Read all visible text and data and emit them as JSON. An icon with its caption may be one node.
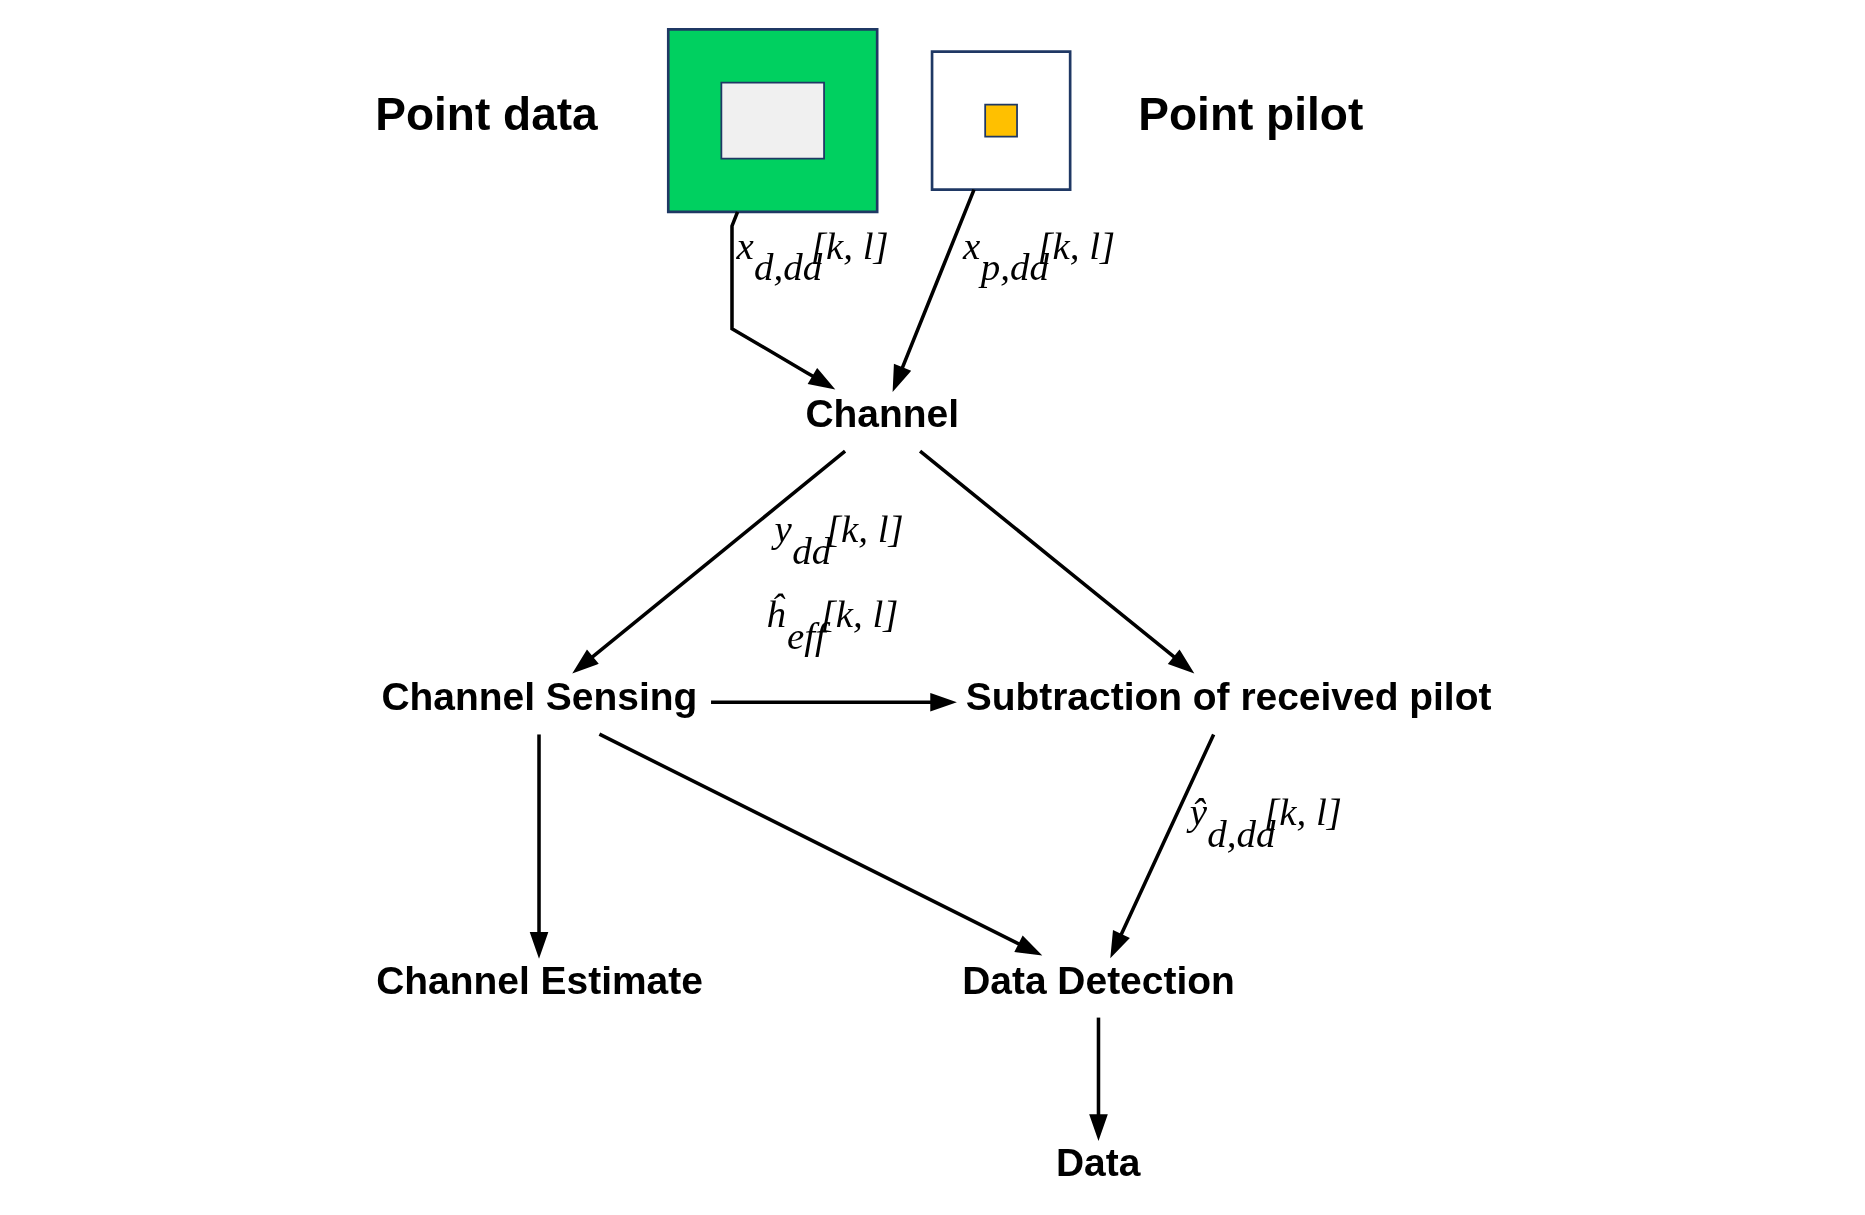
{
  "diagram": {
    "nodes": [
      {
        "text": [],
        "shape": "box",
        "beside": [
          "Point data"
        ]
      },
      {
        "text": [],
        "shape": "box",
        "in": 0
      },
      {
        "text": [],
        "shape": "box",
        "beside": [
          "Point pilot"
        ]
      },
      {
        "text": [],
        "shape": "box",
        "in": 2
      },
      {
        "text": [
          "Channel"
        ]
      },
      {
        "text": [
          "Channel Sensing"
        ]
      },
      {
        "text": [
          "Subtraction of received pilot"
        ]
      },
      {
        "text": [
          "Channel Estimate"
        ]
      },
      {
        "text": [
          "Data Detection"
        ]
      },
      {
        "text": [
          "Data"
        ]
      }
    ],
    "edges": [
      {
        "from": 0,
        "to": 4,
        "arrow": "to",
        "label": "x$_{d,dd}$[k, l]"
      },
      {
        "from": 2,
        "to": 4,
        "arrow": "to",
        "label": "x$_{p,dd}$[k, l]"
      },
      {
        "from": 4,
        "to": 5,
        "arrow": "to",
        "label": "y$_{dd}$[k, l]"
      },
      {
        "from": 4,
        "to": 6,
        "arrow": "to"
      },
      {
        "from": 5,
        "to": 7,
        "arrow": "to"
      },
      {
        "from": 5,
        "to": 6,
        "arrow": "to",
        "label": "ĥ$_{eff}$[k, l]"
      },
      {
        "from": 5,
        "to": 8,
        "arrow": "to"
      },
      {
        "from": 6,
        "to": 8,
        "arrow": "to",
        "label": "ŷ$_{d,dd}$[k, l]"
      },
      {
        "from": 8,
        "to": 9,
        "arrow": "to"
      }
    ]
  }
}
